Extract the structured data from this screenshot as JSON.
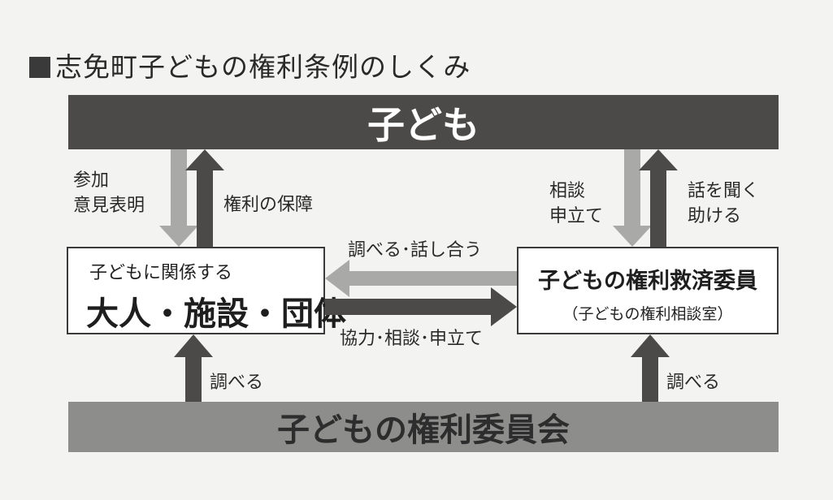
{
  "title": "志免町子どもの権利条例のしくみ",
  "top_bar": "子ども",
  "bottom_bar": "子どもの権利委員会",
  "left_box": {
    "subtitle": "子どもに関係する",
    "main": "大人・施設・団体"
  },
  "right_box": {
    "main": "子どもの権利救済委員",
    "subtitle": "（子どもの権利相談室）"
  },
  "labels": {
    "participation_line1": "参加",
    "participation_line2": "意見表明",
    "rights_protection": "権利の保障",
    "consult_line1": "相談",
    "consult_line2": "申立て",
    "listen_line1": "話を聞く",
    "listen_line2": "助ける",
    "investigate_discuss": "調べる･話し合う",
    "cooperate_consult": "協力･相談･申立て",
    "investigate_left": "調べる",
    "investigate_right": "調べる"
  },
  "colors": {
    "dark_arrow": "#4c4a48",
    "light_arrow": "#a9a9a8",
    "top_bar": "#4c4a48",
    "bottom_bar": "#8d8d8c"
  }
}
